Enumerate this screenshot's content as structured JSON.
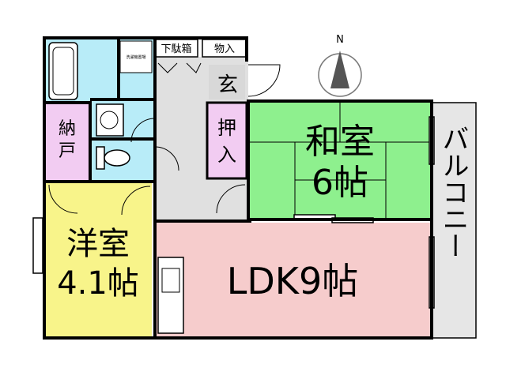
{
  "compass": {
    "north_label": "N"
  },
  "rooms": {
    "washitsu": {
      "line1": "和室",
      "line2": "6帖",
      "color": "#8ef08e"
    },
    "ldk": {
      "label": "LDK9帖",
      "color": "#f6cccc"
    },
    "youshitsu": {
      "line1": "洋室",
      "line2": "4.1帖",
      "color": "#f8f48a"
    },
    "balcony": {
      "label": "バルコニー",
      "color": "#e6e6e6"
    },
    "nando": {
      "line1": "納",
      "line2": "戸",
      "color": "#f2ccf2"
    },
    "oshiire": {
      "line1": "押",
      "line2": "入",
      "color": "#f2ccf2"
    },
    "genkan": {
      "label": "玄"
    },
    "getabako": {
      "label": "下駄箱"
    },
    "monoire": {
      "label": "物入"
    },
    "washer_note": {
      "label": "洗濯機置場"
    },
    "bath_color": "#b8ecf8",
    "hall_color": "#e0e0e0"
  }
}
